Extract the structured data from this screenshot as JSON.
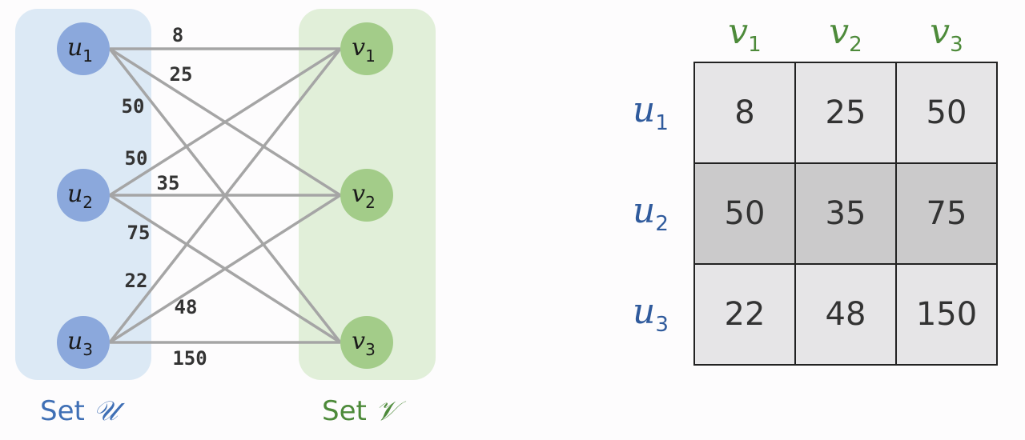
{
  "graph": {
    "set_u": {
      "caption_prefix": "Set",
      "caption_symbol": "𝒰",
      "color": "#3f6fb5",
      "region_color": "#dce9f5",
      "node_color": "#8ba8dc",
      "nodes": [
        {
          "id": "u1",
          "letter": "u",
          "sub": "1"
        },
        {
          "id": "u2",
          "letter": "u",
          "sub": "2"
        },
        {
          "id": "u3",
          "letter": "u",
          "sub": "3"
        }
      ]
    },
    "set_v": {
      "caption_prefix": "Set",
      "caption_symbol": "𝒱",
      "color": "#4d8a3a",
      "region_color": "#e1efd9",
      "node_color": "#a3cc89",
      "nodes": [
        {
          "id": "v1",
          "letter": "v",
          "sub": "1"
        },
        {
          "id": "v2",
          "letter": "v",
          "sub": "2"
        },
        {
          "id": "v3",
          "letter": "v",
          "sub": "3"
        }
      ]
    },
    "edge_color": "#a5a5a5",
    "edges": [
      {
        "from": "u1",
        "to": "v1",
        "weight": "8"
      },
      {
        "from": "u1",
        "to": "v2",
        "weight": "25"
      },
      {
        "from": "u1",
        "to": "v3",
        "weight": "50"
      },
      {
        "from": "u2",
        "to": "v1",
        "weight": "50"
      },
      {
        "from": "u2",
        "to": "v2",
        "weight": "35"
      },
      {
        "from": "u2",
        "to": "v3",
        "weight": "75"
      },
      {
        "from": "u3",
        "to": "v1",
        "weight": "22"
      },
      {
        "from": "u3",
        "to": "v2",
        "weight": "48"
      },
      {
        "from": "u3",
        "to": "v3",
        "weight": "150"
      }
    ]
  },
  "matrix": {
    "columns": [
      {
        "letter": "v",
        "sub": "1"
      },
      {
        "letter": "v",
        "sub": "2"
      },
      {
        "letter": "v",
        "sub": "3"
      }
    ],
    "rows": [
      {
        "letter": "u",
        "sub": "1",
        "values": [
          "8",
          "25",
          "50"
        ],
        "highlighted": false
      },
      {
        "letter": "u",
        "sub": "2",
        "values": [
          "50",
          "35",
          "75"
        ],
        "highlighted": true
      },
      {
        "letter": "u",
        "sub": "3",
        "values": [
          "22",
          "48",
          "150"
        ],
        "highlighted": false
      }
    ]
  }
}
